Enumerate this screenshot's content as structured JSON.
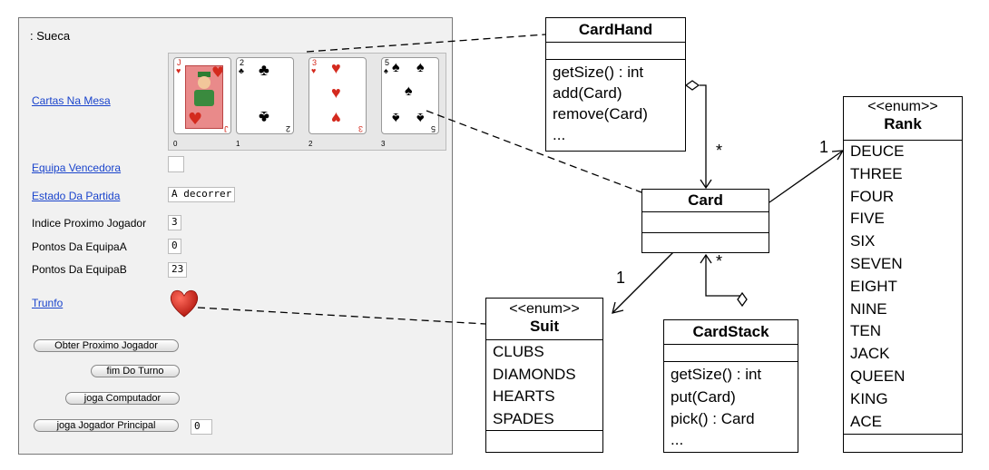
{
  "ui": {
    "title": ": Sueca",
    "labels": {
      "cartas_na_mesa": "Cartas Na Mesa",
      "equipa_vencedora": "Equipa Vencedora",
      "estado_da_partida": "Estado Da Partida",
      "indice_proximo_jogador": "Indice Proximo Jogador",
      "pontos_da_equipa_a": "Pontos Da EquipaA",
      "pontos_da_equipa_b": "Pontos Da EquipaB",
      "trunfo": "Trunfo"
    },
    "values": {
      "estado_da_partida": "A decorrer",
      "indice_proximo_jogador": "3",
      "pontos_da_equipa_a": "0",
      "pontos_da_equipa_b": "23",
      "jogador_principal_input": "0"
    },
    "cards": [
      {
        "rank": "J",
        "suit": "♥",
        "index": "0",
        "color": "#d42a1e"
      },
      {
        "rank": "2",
        "suit": "♣",
        "index": "1",
        "color": "#111111"
      },
      {
        "rank": "3",
        "suit": "♥",
        "index": "2",
        "color": "#d42a1e"
      },
      {
        "rank": "5",
        "suit": "♠",
        "index": "3",
        "color": "#111111"
      }
    ],
    "buttons": {
      "obter_proximo_jogador": "Obter Proximo Jogador",
      "fim_do_turno": "fim Do Turno",
      "joga_computador": "joga Computador",
      "joga_jogador_principal": "joga Jogador Principal"
    },
    "trunfo_icon": "heart-icon",
    "link_color": "#1a44cc"
  },
  "uml": {
    "cardhand": {
      "name": "CardHand",
      "ops": [
        "getSize() : int",
        "add(Card)",
        "remove(Card)",
        "..."
      ]
    },
    "card": {
      "name": "Card"
    },
    "suit": {
      "stereotype": "<<enum>>",
      "name": "Suit",
      "literals": [
        "CLUBS",
        "DIAMONDS",
        "HEARTS",
        "SPADES"
      ]
    },
    "cardstack": {
      "name": "CardStack",
      "ops": [
        "getSize() : int",
        "put(Card)",
        "pick() : Card",
        "..."
      ]
    },
    "rank": {
      "stereotype": "<<enum>>",
      "name": "Rank",
      "literals": [
        "DEUCE",
        "THREE",
        "FOUR",
        "FIVE",
        "SIX",
        "SEVEN",
        "EIGHT",
        "NINE",
        "TEN",
        "JACK",
        "QUEEN",
        "KING",
        "ACE"
      ]
    },
    "multiplicities": {
      "hand_card": "*",
      "stack_card": "*",
      "card_suit": "1",
      "card_rank": "1"
    }
  }
}
